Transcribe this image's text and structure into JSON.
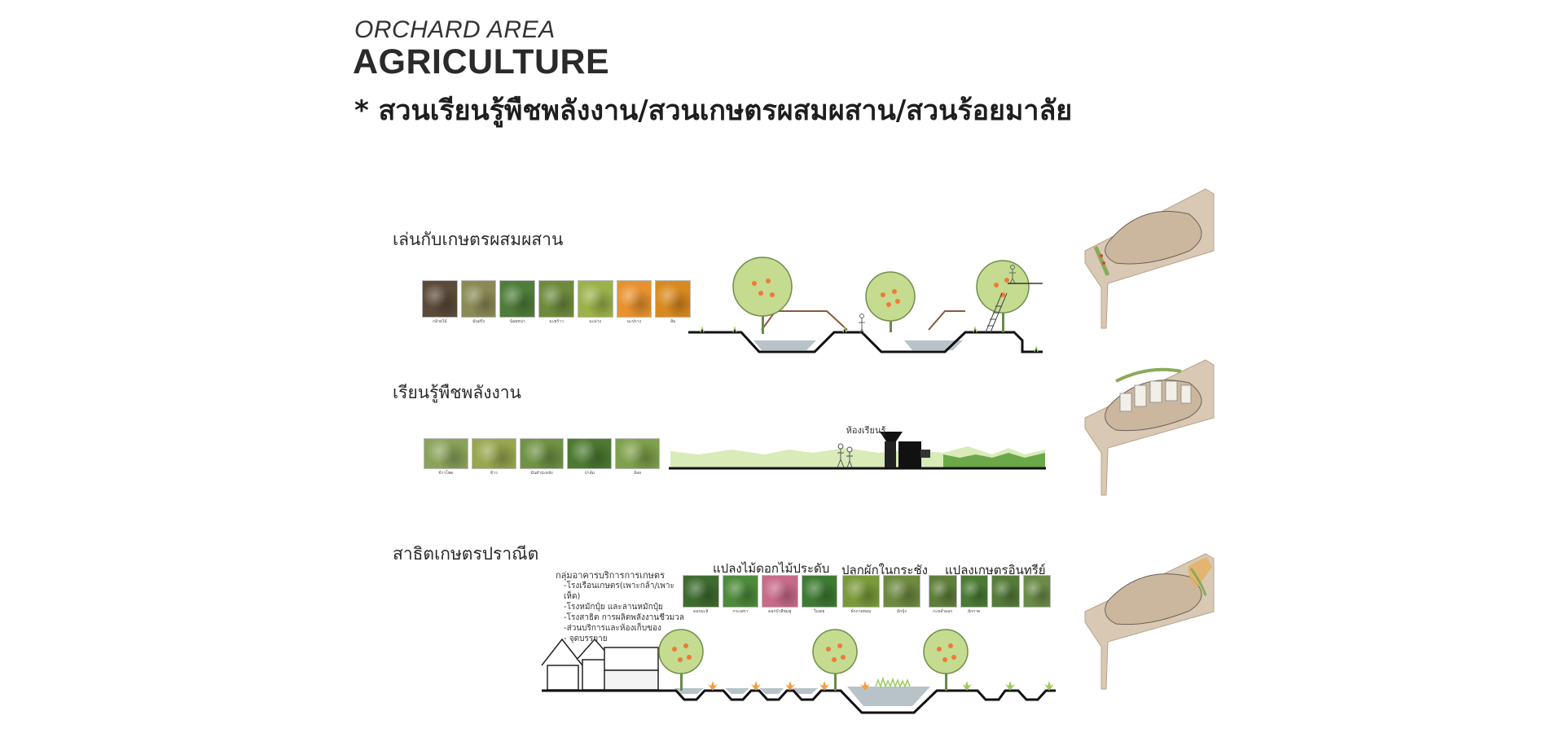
{
  "header": {
    "subtitle": "ORCHARD AREA",
    "title": "AGRICULTURE",
    "thai_title": "* สวนเรียนรู้พืชพลังงาน/สวนเกษตรผสมผสาน/สวนร้อยมาลัย"
  },
  "sections": [
    {
      "label": "เล่นกับเกษตรผสมผสาน",
      "photos": [
        "กล้วยไม้",
        "มันฝรั่ง",
        "น้อยหน่า",
        "มะพร้าว",
        "มะม่วง",
        "มะปราง",
        "ส้ม"
      ],
      "photo_colors": [
        "#5b4a3a",
        "#8a8a55",
        "#4f7d3a",
        "#6e8b3d",
        "#9bb24a",
        "#e8922e",
        "#d88a1e"
      ]
    },
    {
      "label": "เรียนรู้พืชพลังงาน",
      "section_annotation": "ห้องเรียนรู้",
      "photos": [
        "ข้าวโพด",
        "ข้าว",
        "มันสำปะหลัง",
        "ปาล์ม",
        "อ้อย"
      ],
      "photo_colors": [
        "#8aa35a",
        "#98a64e",
        "#6f9244",
        "#4d7a32",
        "#7fa04c"
      ]
    },
    {
      "label": "สาธิตเกษตรปราณีต",
      "facility": {
        "heading": "กลุ่มอาคารบริการการเกษตร",
        "items": [
          "-โรงเรือนเกษตร(เพาะกล้า/เพาะเห็ด)",
          "-โรงหมักปุ๋ย และลานหมักปุ๋ย",
          "-โรงสาธิต การผลิตพลังงานชีวมวล",
          "-ส่วนบริการและห้องเก็บของ",
          "- จุดบรรยาย"
        ]
      },
      "groups": [
        {
          "label": "แปลงไม้ดอกไม้ประดับ",
          "photos": [
            "ดอกมะลิ",
            "กระเพรา",
            "ดอกบัวสีชมพู",
            "ใบเตย"
          ],
          "photo_colors": [
            "#3e6b2f",
            "#4d8a3a",
            "#c86a8a",
            "#3f7a33"
          ]
        },
        {
          "label": "ปลูกผักในกระชัง",
          "photos": [
            "ผักกาดหอม",
            "ผักบุ้ง"
          ],
          "photo_colors": [
            "#7a9a3a",
            "#6d8a3f"
          ]
        },
        {
          "label": "แปลงเกษตรอินทรีย์",
          "photos": [
            "กะหล่ำดอก",
            "ผักกาด",
            "",
            ""
          ],
          "photo_colors": [
            "#5e7f3a",
            "#4a7a34",
            "#557a3a",
            "#6a8a48"
          ]
        }
      ]
    }
  ],
  "colors": {
    "tree_canopy": "#c5db8f",
    "fruit": "#ee7a3a",
    "water": "#b7c3c8",
    "grass": "#9ccc5c",
    "ground": "#111111",
    "site_plan": "#c9b8a3"
  }
}
